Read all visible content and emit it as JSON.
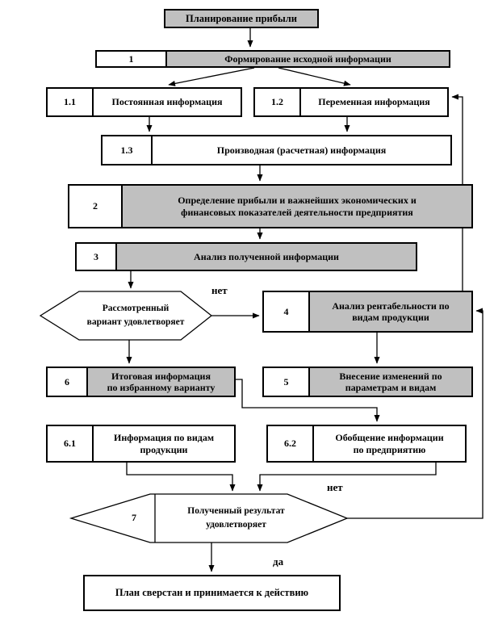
{
  "diagram": {
    "title": "Планирование прибыли",
    "nodes": {
      "title": {
        "label": "Планирование прибыли"
      },
      "n1": {
        "number": "1",
        "label": "Формирование исходной информации"
      },
      "n1_1": {
        "number": "1.1",
        "label": "Постоянная информация"
      },
      "n1_2": {
        "number": "1.2",
        "label": "Переменная информация"
      },
      "n1_3": {
        "number": "1.3",
        "label": "Производная (расчетная) информация"
      },
      "n2": {
        "number": "2",
        "label": "Определение прибыли и важнейших экономических и\nфинансовых показателей деятельности предприятия"
      },
      "n3": {
        "number": "3",
        "label": "Анализ полученной информации"
      },
      "d1": {
        "label": "Рассмотренный\nвариант удовлетворяет"
      },
      "n4": {
        "number": "4",
        "label": "Анализ рентабельности по\nвидам продукции"
      },
      "n5": {
        "number": "5",
        "label": "Внесение изменений по\nпараметрам и видам"
      },
      "n6": {
        "number": "6",
        "label": "Итоговая информация\nпо избранному варианту"
      },
      "n6_1": {
        "number": "6.1",
        "label": "Информация по видам\nпродукции"
      },
      "n6_2": {
        "number": "6.2",
        "label": "Обобщение информации\nпо предприятию"
      },
      "d2": {
        "number": "7",
        "label": "Полученный результат\nудовлетворяет"
      },
      "final": {
        "label": "План сверстан и принимается к действию"
      }
    },
    "edge_labels": {
      "net1": "нет",
      "net2": "нет",
      "da": "да"
    },
    "colors": {
      "node_fill_gray": "#c0c0c0",
      "node_fill_white": "#ffffff",
      "line": "#000000"
    }
  }
}
